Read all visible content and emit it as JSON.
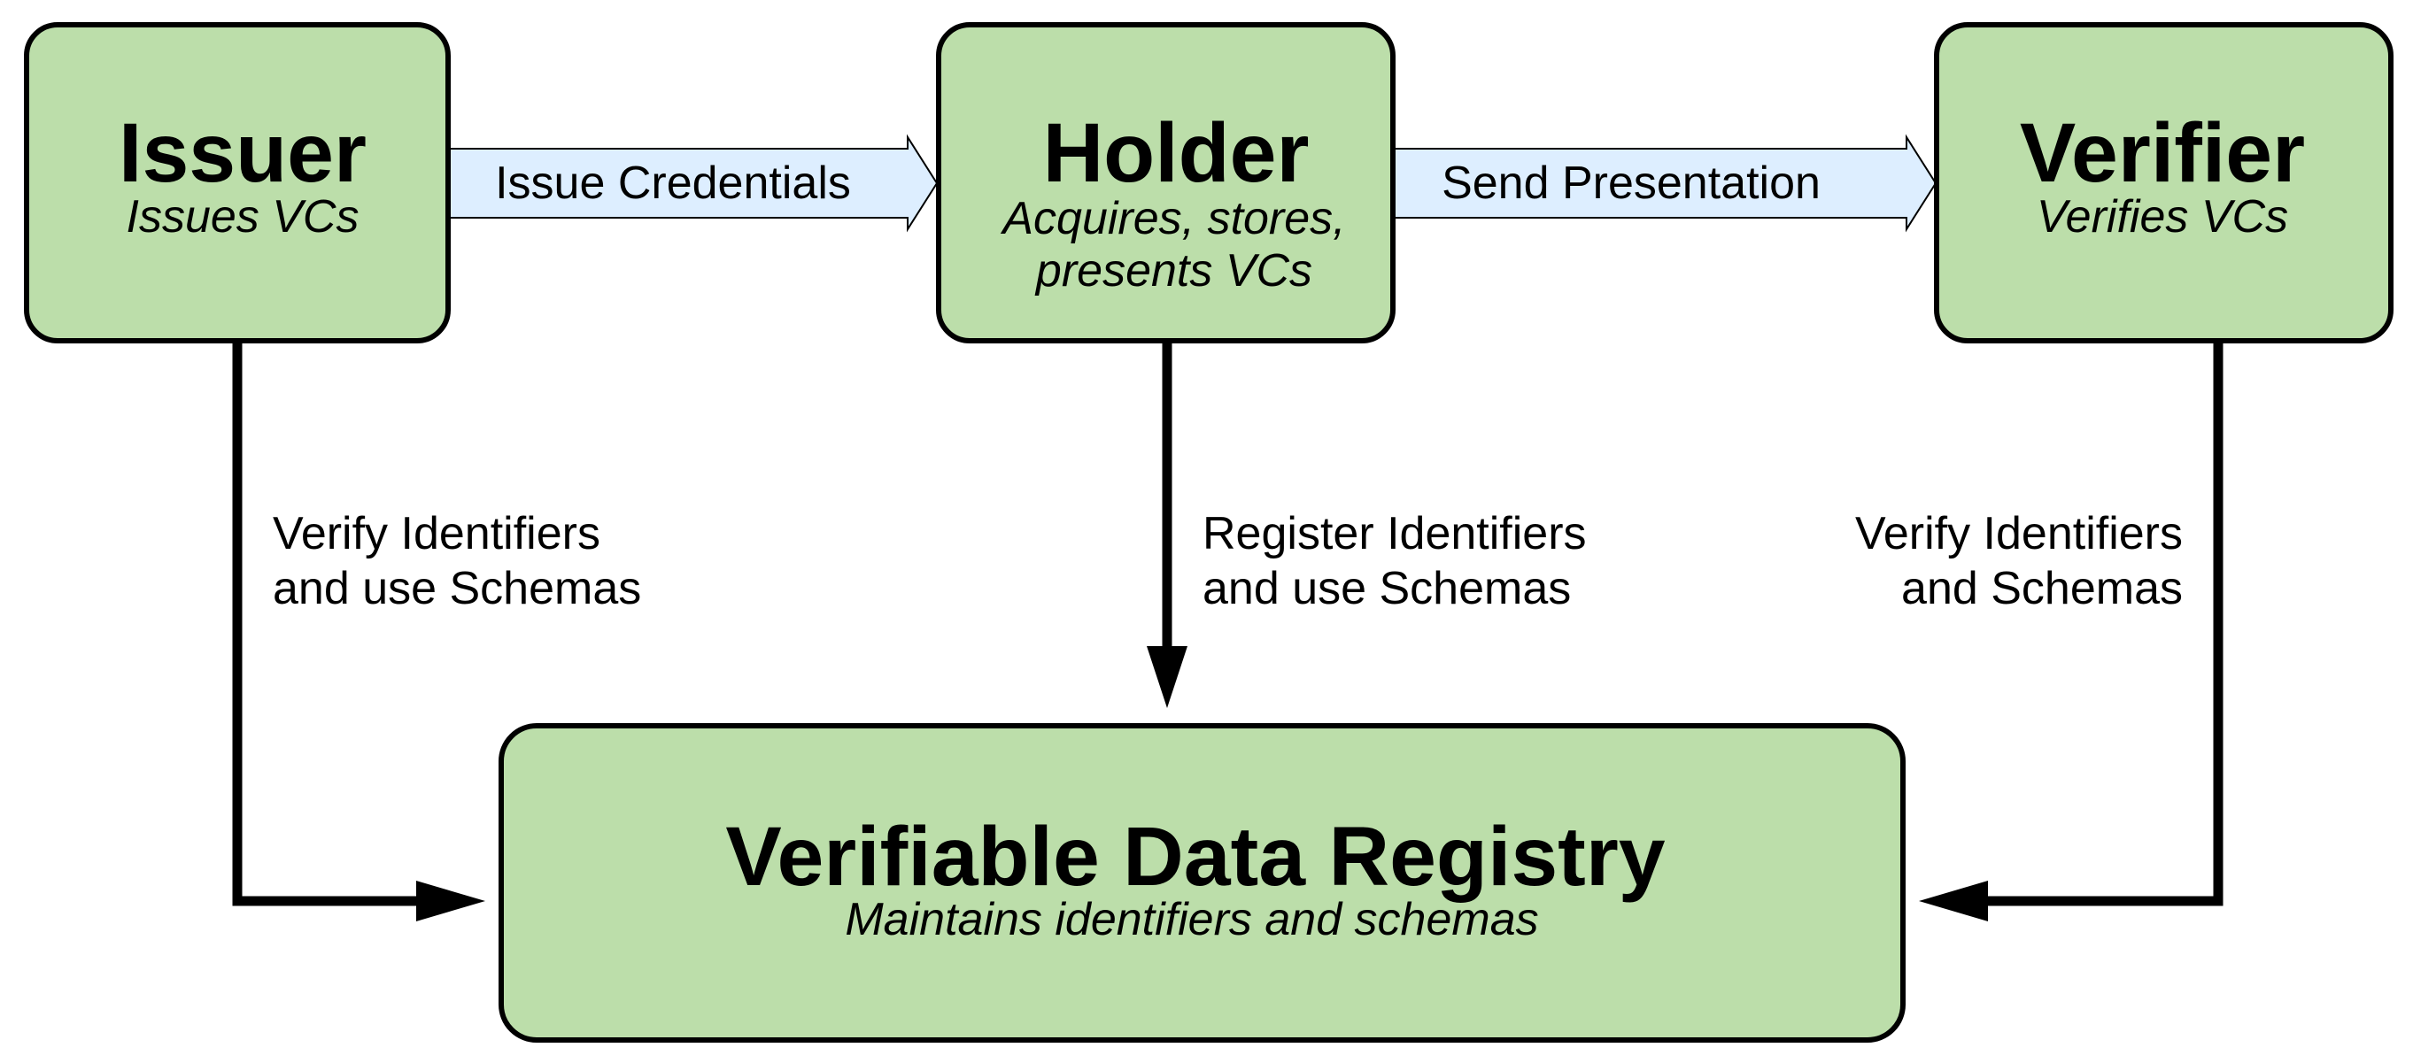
{
  "colors": {
    "node_fill": "#bcdeaa",
    "node_stroke": "#000000",
    "flow_arrow_fill": "#ddeeff",
    "connector": "#000000"
  },
  "nodes": {
    "issuer": {
      "title": "Issuer",
      "role": [
        "Issues VCs"
      ]
    },
    "holder": {
      "title": "Holder",
      "role": [
        "Acquires, stores,",
        "presents VCs"
      ]
    },
    "verifier": {
      "title": "Verifier",
      "role": [
        "Verifies VCs"
      ]
    },
    "registry": {
      "title": "Verifiable Data Registry",
      "role": [
        "Maintains identifiers and schemas"
      ]
    }
  },
  "flows": {
    "issue_credentials": "Issue Credentials",
    "send_presentation": "Send Presentation"
  },
  "connections": {
    "issuer_to_registry": [
      "Verify Identifiers",
      "and use Schemas"
    ],
    "holder_to_registry": [
      "Register Identifiers",
      "and use Schemas"
    ],
    "verifier_to_registry": [
      "Verify Identifiers",
      "and Schemas"
    ]
  }
}
